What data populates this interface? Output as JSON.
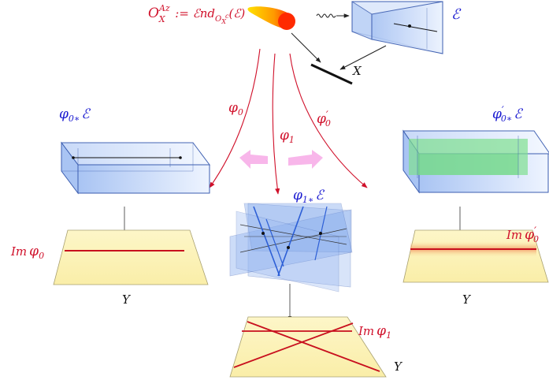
{
  "labels": {
    "sheaf_def": "O_X^Az := End_{O_X^c}(E)",
    "sheaf_def_display": {
      "head": "O",
      "sup": "Az",
      "sub": "X",
      "assign": " := ℰnd",
      "sub2": "O",
      "sub2_sub": "X",
      "sub2_sup": "c",
      "arg": "(ℰ)"
    },
    "E": "ℰ",
    "X": "X",
    "phi0": "φ",
    "phi0_sub": "0",
    "phi1": "φ",
    "phi1_sub": "1",
    "phi0p": "φ",
    "phi0p_sub": "0",
    "phi0p_prime": "′",
    "phi0_push": {
      "base": "φ",
      "sub": "0∗",
      "tail": "ℰ"
    },
    "phi1_push": {
      "base": "φ",
      "sub": "1∗",
      "tail": "ℰ"
    },
    "phi0p_push": {
      "base": "φ",
      "prime": "′",
      "sub": "0∗",
      "tail": "ℰ"
    },
    "im_phi0": {
      "im": "Im",
      "base": "φ",
      "sub": "0"
    },
    "im_phi1": {
      "im": "Im",
      "base": "φ",
      "sub": "1"
    },
    "im_phi0p": {
      "im": "Im",
      "base": "φ",
      "prime": "′",
      "sub": "0"
    },
    "Y_left": "Y",
    "Y_center": "Y",
    "Y_right": "Y"
  },
  "colors": {
    "red": "#d0102a",
    "blue": "#1a1ad0",
    "box_fill": "#b9cff5",
    "plane_fill": "#fbf1b0",
    "green_fill": "#7fe08e",
    "pink_arrow": "#f8b6ea"
  },
  "icons": {
    "comet": "comet-icon",
    "wavy": "wavy-arrow-icon"
  }
}
